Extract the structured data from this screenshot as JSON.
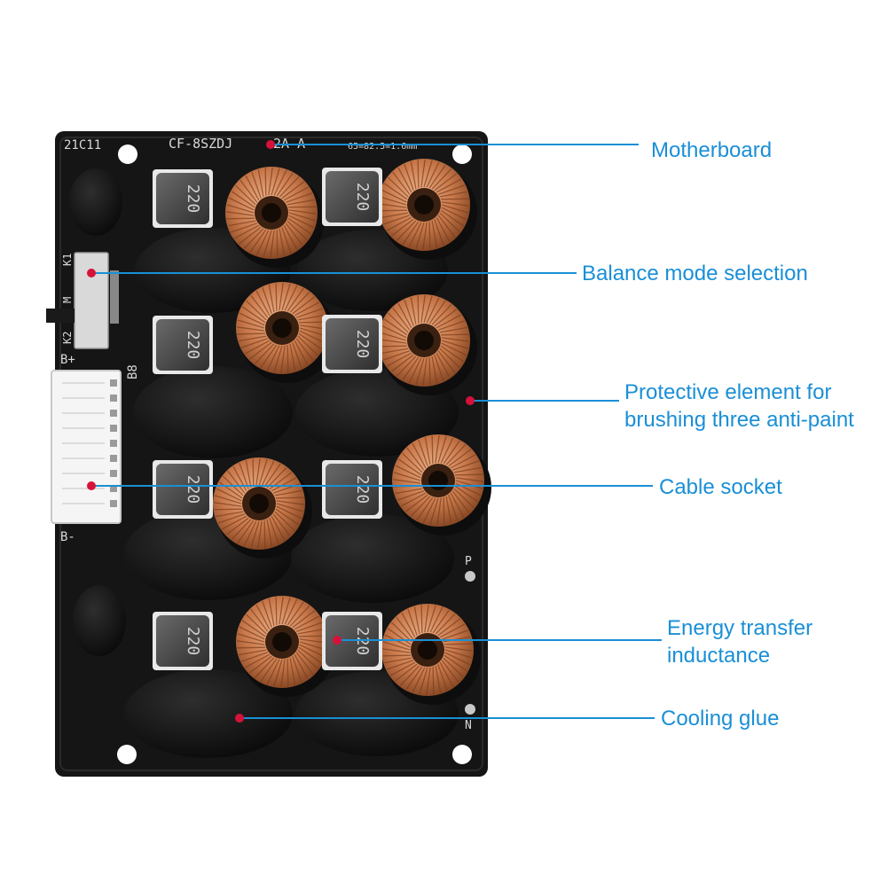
{
  "board": {
    "silkscreen": {
      "model_code": "21C11",
      "part_number": "CF-8SZDJ",
      "part_suffix": "2A-A",
      "spec": "65=82.5=1.6mm",
      "b_plus": "B+",
      "b_minus": "B-",
      "b8": "B8",
      "k1": "K1",
      "k2": "K2",
      "m": "M",
      "p": "P",
      "n": "N"
    },
    "inductor_marking": "220"
  },
  "labels": {
    "motherboard": "Motherboard",
    "balance_mode": "Balance mode selection",
    "protective_line1": "Protective element for",
    "protective_line2": "brushing three anti-paint",
    "cable_socket": "Cable socket",
    "energy_line1": "Energy transfer",
    "energy_line2": "inductance",
    "cooling_glue": "Cooling glue"
  },
  "colors": {
    "accent": "#1a8fd6",
    "marker": "#d6123a",
    "pcb": "#151515",
    "copper": "#c8784a"
  }
}
